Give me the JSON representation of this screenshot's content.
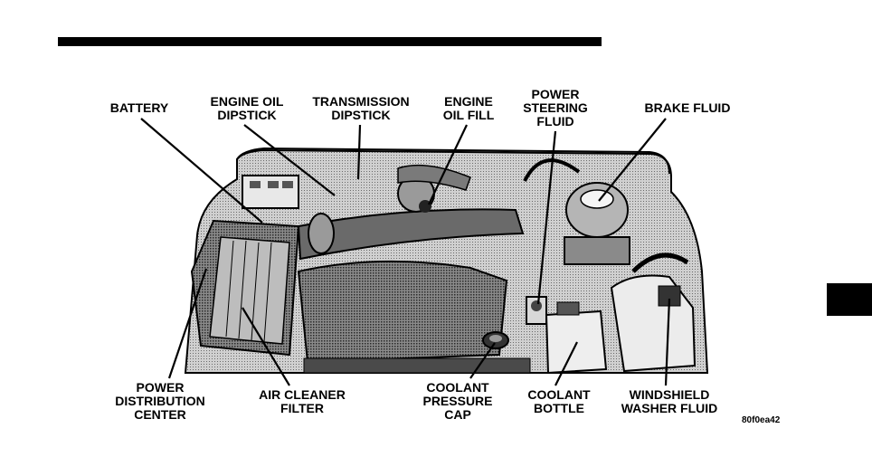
{
  "callouts": {
    "battery": "BATTERY",
    "engine_oil_dipstick": "ENGINE OIL\nDIPSTICK",
    "transmission_dipstick": "TRANSMISSION\nDIPSTICK",
    "engine_oil_fill": "ENGINE\nOIL FILL",
    "power_steering_fluid": "POWER\nSTEERING\nFLUID",
    "brake_fluid": "BRAKE FLUID",
    "power_distribution_center": "POWER\nDISTRIBUTION\nCENTER",
    "air_cleaner_filter": "AIR CLEANER\nFILTER",
    "coolant_pressure_cap": "COOLANT\nPRESSURE\nCAP",
    "coolant_bottle": "COOLANT\nBOTTLE",
    "windshield_washer_fluid": "WINDSHIELD\nWASHER FLUID"
  },
  "figure_ref": "80f0ea42"
}
